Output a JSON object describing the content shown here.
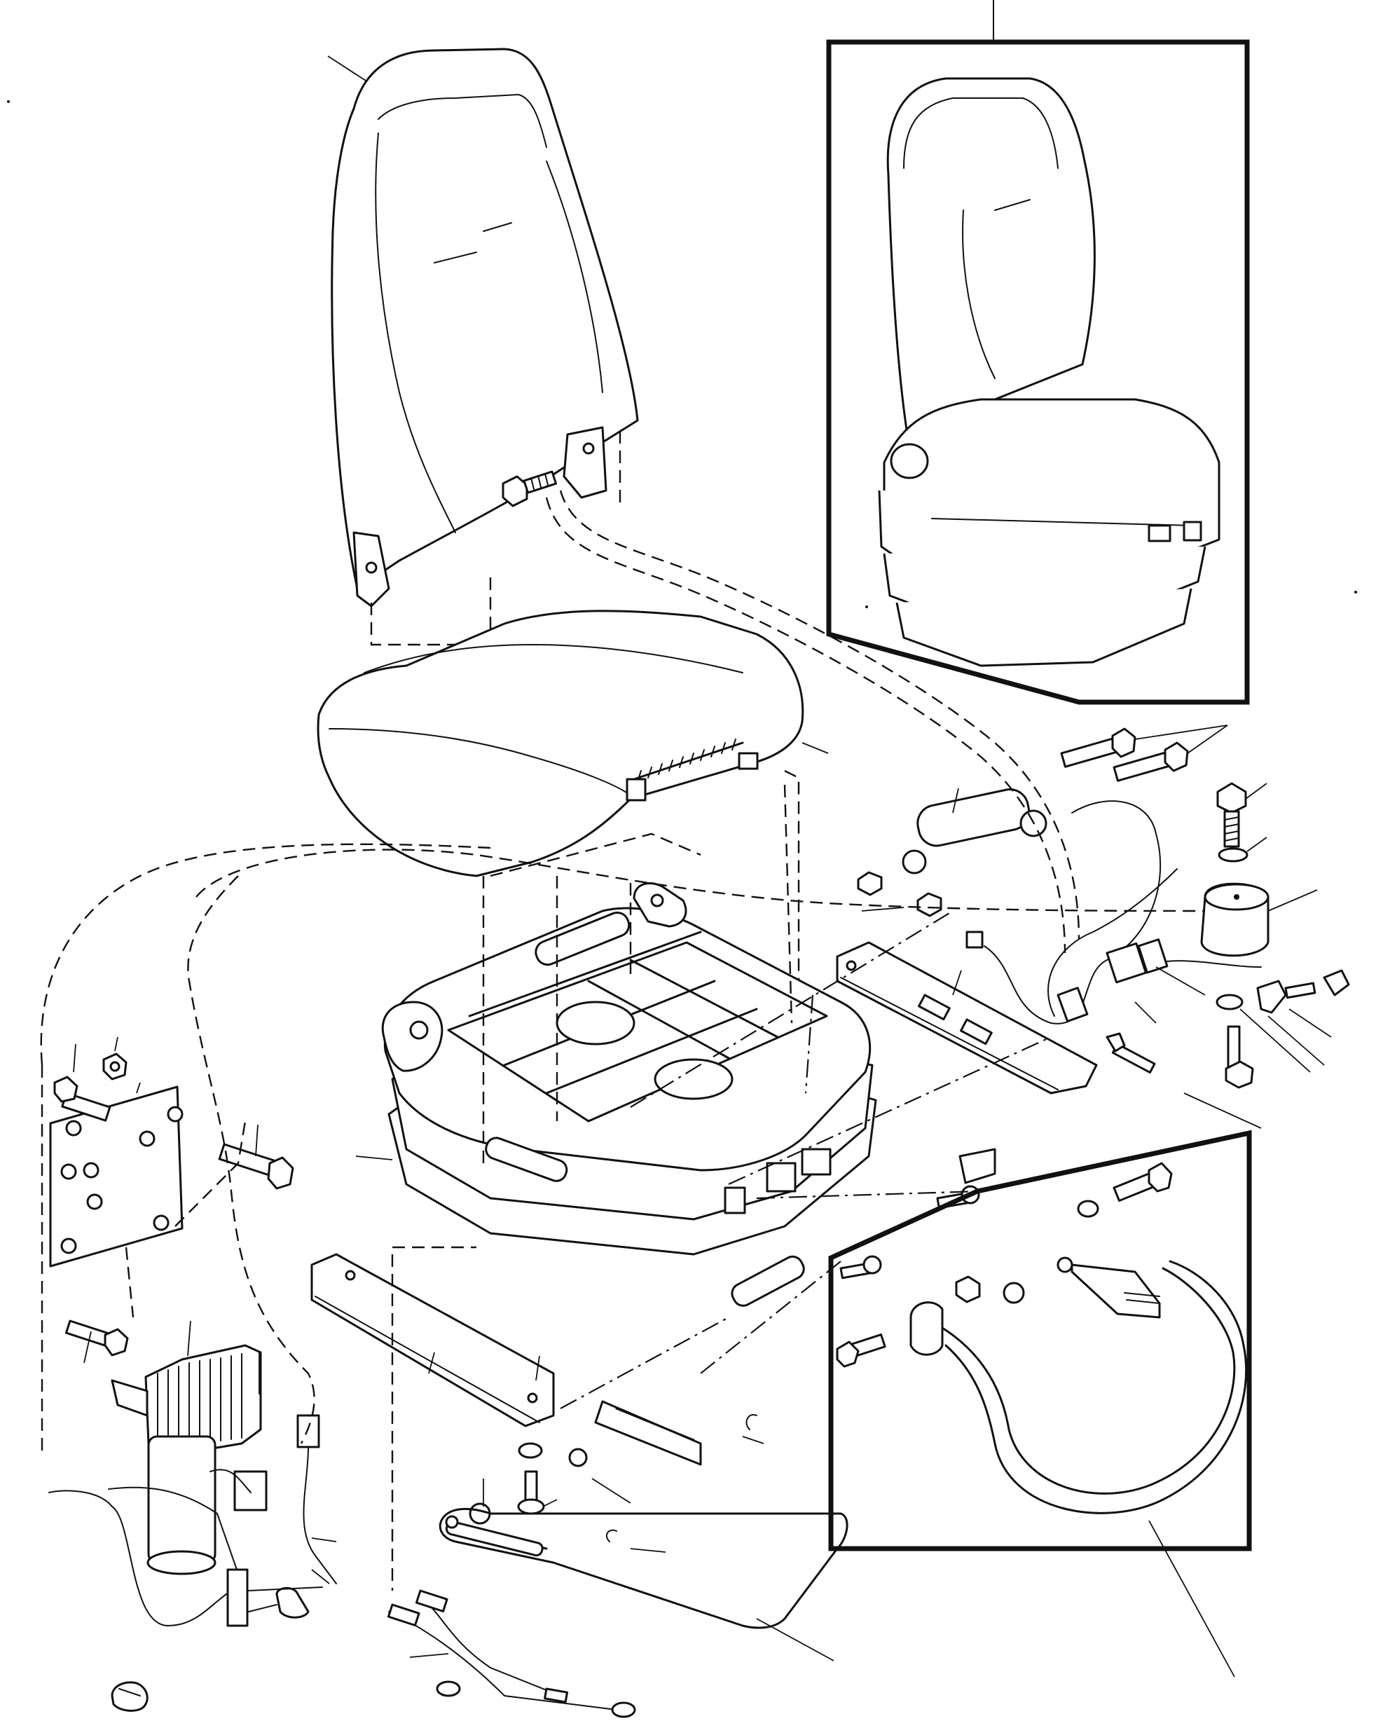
{
  "figure": {
    "kind": "exploded parts diagram",
    "subject": "suspension seat",
    "line_color": "#111111",
    "background": "#ffffff"
  },
  "insets": [
    "assembled-seat-view",
    "seat-belt-assembly"
  ]
}
